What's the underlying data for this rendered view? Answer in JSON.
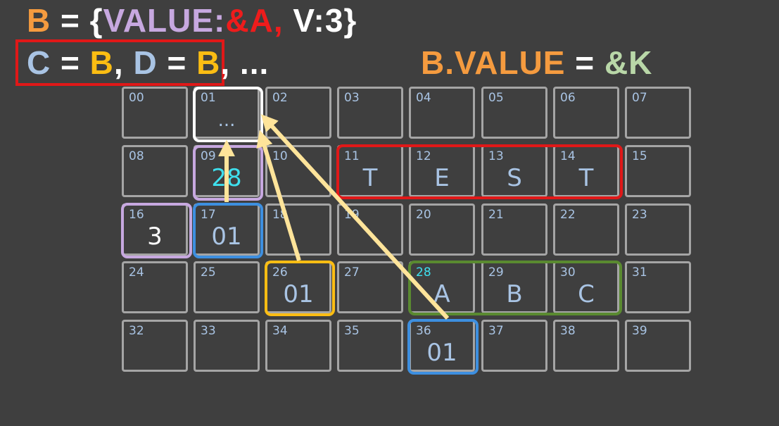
{
  "header": {
    "line1": {
      "b": "B",
      "eq": " = {",
      "value_key": "VALUE:",
      "value_ref": "&A,",
      "rest": " V:3}"
    },
    "line2": {
      "c": "C",
      "eq1": " = ",
      "b1": "B",
      "comma1": ", ",
      "d": "D",
      "eq2": " = ",
      "b2": "B",
      "tail": ", ..."
    },
    "line3": {
      "b_value": "B.VALUE",
      "eq": " = ",
      "k_ref": "&K"
    }
  },
  "colors": {
    "grid_border": "#a5a5a5",
    "background": "#3f3f3f",
    "purple": "#c7a8e0",
    "blue": "#3d8fe0",
    "yellow": "#fbbd13",
    "red": "#e01818",
    "green": "#5a8a30",
    "arrow": "#ffe49a"
  },
  "cells": [
    {
      "addr": "00",
      "val": ""
    },
    {
      "addr": "01",
      "val": "..."
    },
    {
      "addr": "02",
      "val": ""
    },
    {
      "addr": "03",
      "val": ""
    },
    {
      "addr": "04",
      "val": ""
    },
    {
      "addr": "05",
      "val": ""
    },
    {
      "addr": "06",
      "val": ""
    },
    {
      "addr": "07",
      "val": ""
    },
    {
      "addr": "08",
      "val": ""
    },
    {
      "addr": "09",
      "val": "28"
    },
    {
      "addr": "10",
      "val": ""
    },
    {
      "addr": "11",
      "val": "T"
    },
    {
      "addr": "12",
      "val": "E"
    },
    {
      "addr": "13",
      "val": "S"
    },
    {
      "addr": "14",
      "val": "T"
    },
    {
      "addr": "15",
      "val": ""
    },
    {
      "addr": "16",
      "val": "3"
    },
    {
      "addr": "17",
      "val": "01"
    },
    {
      "addr": "18",
      "val": ""
    },
    {
      "addr": "19",
      "val": ""
    },
    {
      "addr": "20",
      "val": ""
    },
    {
      "addr": "21",
      "val": ""
    },
    {
      "addr": "22",
      "val": ""
    },
    {
      "addr": "23",
      "val": ""
    },
    {
      "addr": "24",
      "val": ""
    },
    {
      "addr": "25",
      "val": ""
    },
    {
      "addr": "26",
      "val": "01"
    },
    {
      "addr": "27",
      "val": ""
    },
    {
      "addr": "28",
      "val": "A"
    },
    {
      "addr": "29",
      "val": "B"
    },
    {
      "addr": "30",
      "val": "C"
    },
    {
      "addr": "31",
      "val": ""
    },
    {
      "addr": "32",
      "val": ""
    },
    {
      "addr": "33",
      "val": ""
    },
    {
      "addr": "34",
      "val": ""
    },
    {
      "addr": "35",
      "val": ""
    },
    {
      "addr": "36",
      "val": "01"
    },
    {
      "addr": "37",
      "val": ""
    },
    {
      "addr": "38",
      "val": ""
    },
    {
      "addr": "39",
      "val": ""
    }
  ]
}
